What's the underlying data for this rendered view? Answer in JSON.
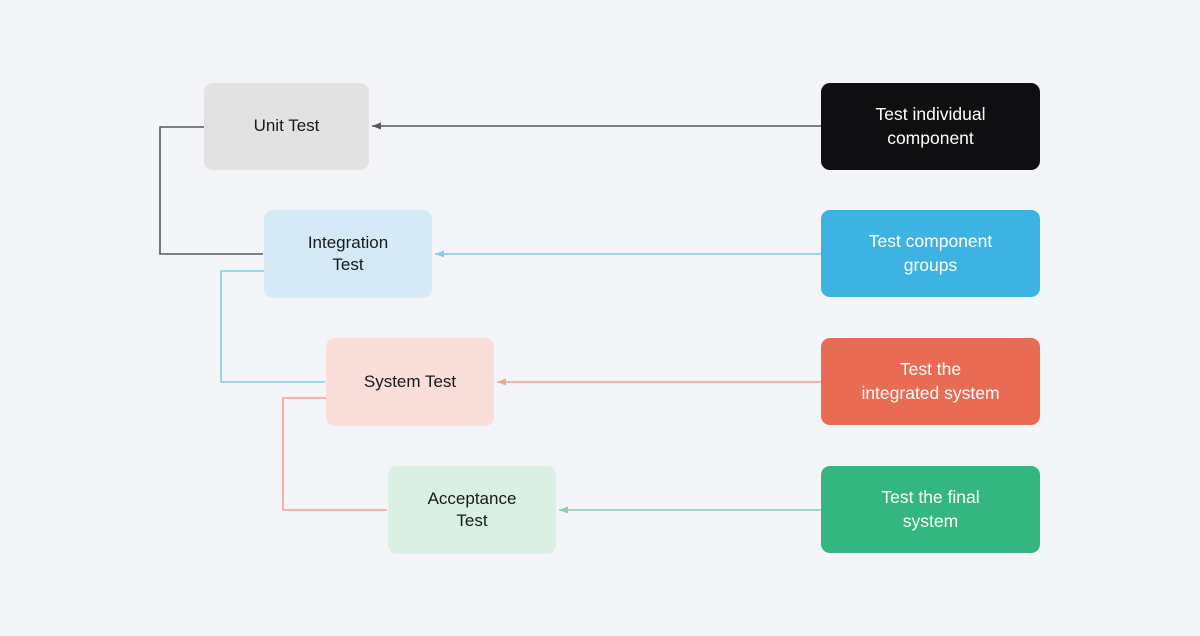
{
  "canvas": {
    "bg": "#f4f5f8"
  },
  "stages": [
    {
      "label": "Unit Test",
      "description": "Test individual\ncomponent",
      "colors": {
        "node_bg": "#e2e2e3",
        "node_text": "#17191c",
        "desc_bg": "#0f0f12",
        "desc_text": "#ffffff",
        "arrow": "#55585e",
        "flow": "#55585e"
      }
    },
    {
      "label": "Integration\nTest",
      "description": "Test component\ngroups",
      "colors": {
        "node_bg": "#d5eaf6",
        "node_text": "#17191c",
        "desc_bg": "#3db3e3",
        "desc_text": "#ffffff",
        "arrow": "#82cde9",
        "flow": "#82cde9"
      }
    },
    {
      "label": "System Test",
      "description": "Test the\nintegrated system",
      "colors": {
        "node_bg": "#f9ded9",
        "node_text": "#17191c",
        "desc_bg": "#e96b54",
        "desc_text": "#ffffff",
        "arrow": "#f2a294",
        "flow": "#f2a294"
      }
    },
    {
      "label": "Acceptance\nTest",
      "description": "Test the final\nsystem",
      "colors": {
        "node_bg": "#daf0e5",
        "node_text": "#17191c",
        "desc_bg": "#34b681",
        "desc_text": "#ffffff",
        "arrow": "#86cfae",
        "flow": "#86cfae"
      }
    }
  ]
}
